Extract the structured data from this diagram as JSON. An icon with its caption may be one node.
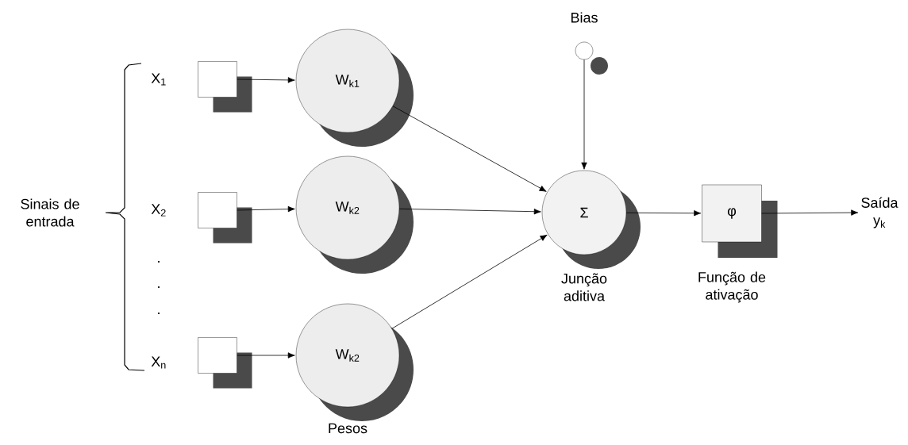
{
  "diagram": {
    "nodes": [
      {
        "text": [],
        "shape": "box",
        "beside": [
          "X$_{1}$"
        ]
      },
      {
        "text": [],
        "shape": "box",
        "beside": [
          "X$_{2}$"
        ]
      },
      {
        "text": [],
        "shape": "box",
        "beside": [
          "X$_{n}$"
        ]
      },
      {
        "text": [
          "W$_{k1}$"
        ]
      },
      {
        "text": [
          "W$_{k2}$"
        ]
      },
      {
        "text": [
          "W$_{k2}$"
        ],
        "beside": [
          "Pesos"
        ]
      },
      {
        "text": [],
        "shape": "circle",
        "beside": [
          "Bias"
        ]
      },
      {
        "text": [
          "Σ"
        ],
        "beside": [
          "Junção aditiva"
        ]
      },
      {
        "text": [
          "φ"
        ],
        "beside": [
          "Função de ativação"
        ]
      },
      {
        "text": [
          "Saída",
          "y$_{k}$"
        ]
      }
    ],
    "edges": [
      {
        "from": 0,
        "to": 3,
        "arrow": "to"
      },
      {
        "from": 1,
        "to": 4,
        "arrow": "to"
      },
      {
        "from": 2,
        "to": 5,
        "arrow": "to"
      },
      {
        "from": 3,
        "to": 7,
        "arrow": "to"
      },
      {
        "from": 4,
        "to": 7,
        "arrow": "to"
      },
      {
        "from": 5,
        "to": 7,
        "arrow": "to"
      },
      {
        "from": 6,
        "to": 7,
        "arrow": "to"
      },
      {
        "from": 7,
        "to": 8,
        "arrow": "to"
      },
      {
        "from": 8,
        "to": 9,
        "arrow": "to"
      }
    ],
    "labels": [
      "Sinais de entrada",
      ".",
      ".",
      "."
    ]
  }
}
